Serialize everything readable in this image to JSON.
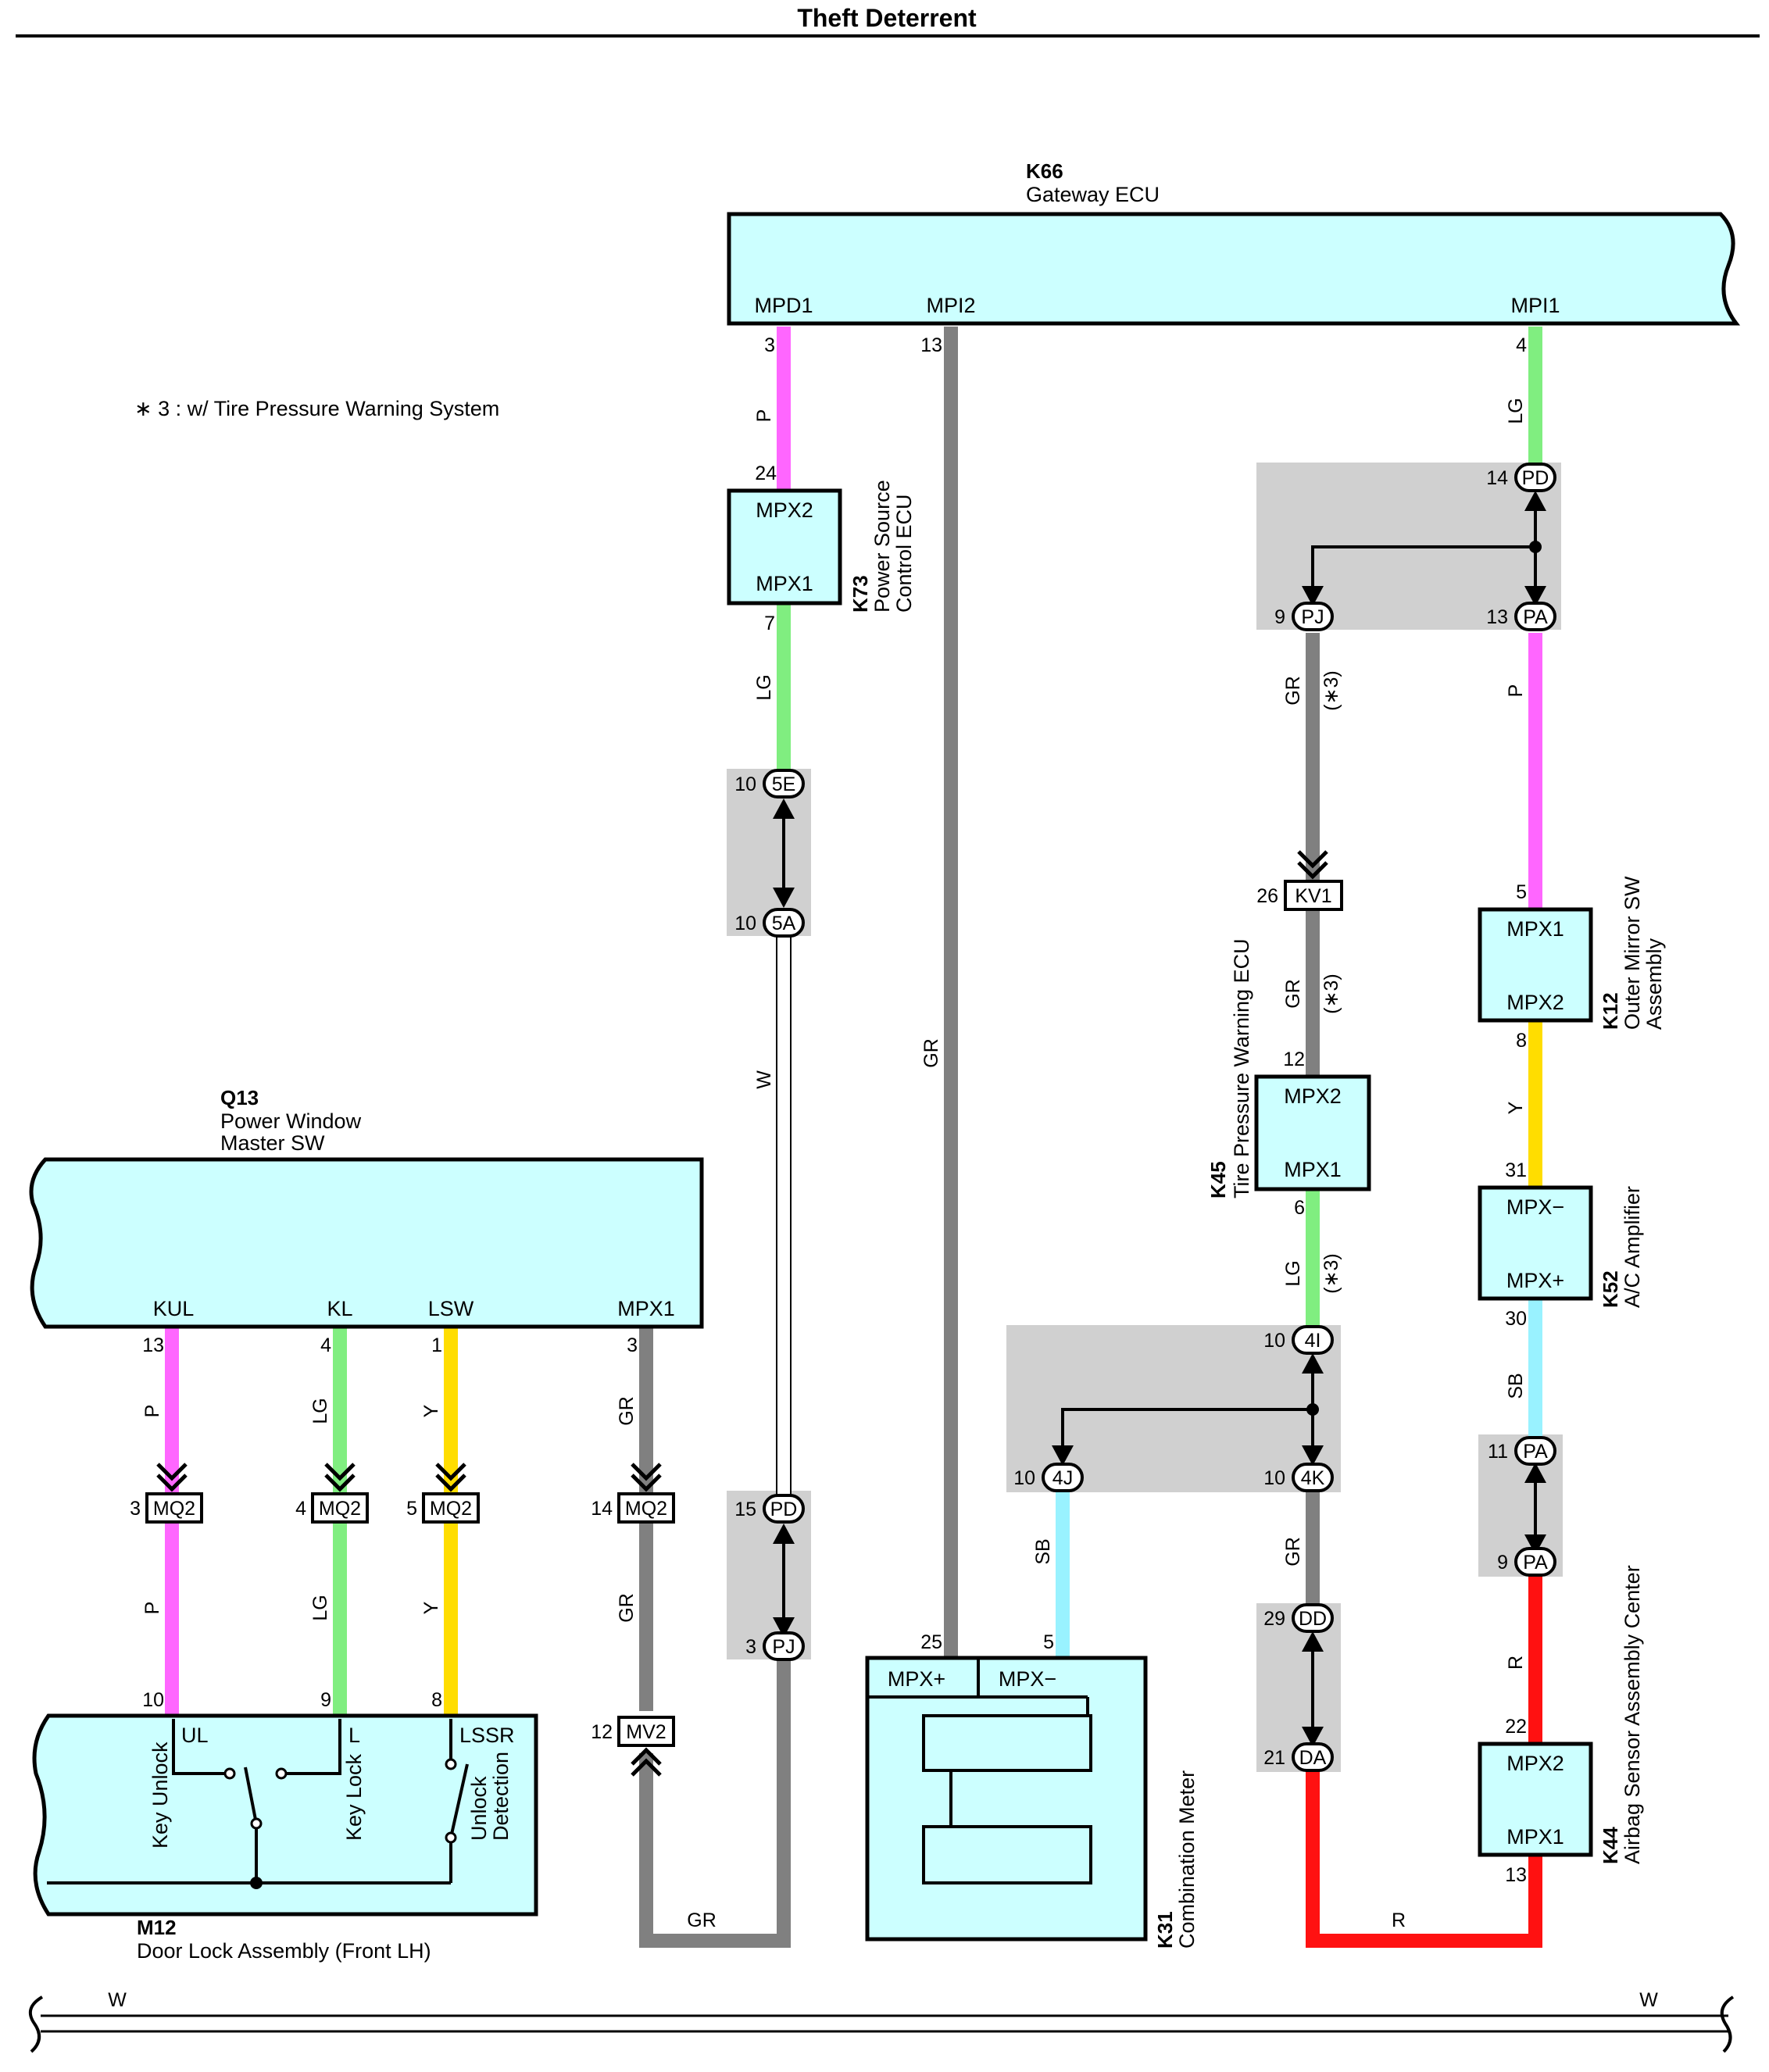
{
  "title": "Theft Deterrent",
  "note": "∗ 3 : w/ Tire Pressure Warning System",
  "colors": {
    "P": "#ff66ff",
    "LG": "#80ee80",
    "GR": "#808080",
    "W": "#ffffff",
    "Y": "#ffdd00",
    "SB": "#99f2ff",
    "R": "#ff1111",
    "component_fill": "#ccffff",
    "junction_fill": "#d0d0d0"
  },
  "components": {
    "k66": {
      "code": "K66",
      "name": "Gateway ECU",
      "pins": {
        "mpd1": "MPD1",
        "mpi2": "MPI2",
        "mpi1": "MPI1"
      }
    },
    "k73": {
      "code": "K73",
      "name1": "Power Source",
      "name2": "Control ECU",
      "pins": {
        "mpx2": "MPX2",
        "mpx1": "MPX1"
      }
    },
    "q13": {
      "code": "Q13",
      "name1": "Power Window",
      "name2": "Master SW",
      "pins": {
        "kul": "KUL",
        "kl": "KL",
        "lsw": "LSW",
        "mpx1": "MPX1"
      }
    },
    "m12": {
      "code": "M12",
      "name": "Door Lock Assembly (Front LH)",
      "pins": {
        "ul": "UL",
        "l": "L",
        "lssr": "LSSR"
      },
      "switches": {
        "key_unlock": "Key Unlock",
        "key_lock": "Key Lock",
        "unlock1": "Unlock",
        "unlock2": "Detection"
      }
    },
    "k45": {
      "code": "K45",
      "name": "Tire Pressure Warning ECU",
      "pins": {
        "mpx2": "MPX2",
        "mpx1": "MPX1"
      }
    },
    "k12": {
      "code": "K12",
      "name1": "Outer Mirror SW",
      "name2": "Assembly",
      "pins": {
        "mpx1": "MPX1",
        "mpx2": "MPX2"
      }
    },
    "k52": {
      "code": "K52",
      "name": "A/C Amplifier",
      "pins": {
        "mpxm": "MPX−",
        "mpxp": "MPX+"
      }
    },
    "k44": {
      "code": "K44",
      "name": "Airbag Sensor Assembly Center",
      "pins": {
        "mpx2": "MPX2",
        "mpx1": "MPX1"
      }
    },
    "k31": {
      "code": "K31",
      "name": "Combination Meter",
      "pins": {
        "mpxp": "MPX+",
        "mpxm": "MPX−"
      }
    }
  },
  "connectors": {
    "mq2": "MQ2",
    "mv2": "MV2",
    "kv1": "KV1",
    "e5": "5E",
    "a5": "5A",
    "pd": "PD",
    "pj": "PJ",
    "pa": "PA",
    "i4": "4I",
    "j4": "4J",
    "k4": "4K",
    "dd": "DD",
    "da": "DA"
  },
  "pins": {
    "p3": "3",
    "p24": "24",
    "p7": "7",
    "p10": "10",
    "p13": "13",
    "p4": "4",
    "p14": "14",
    "p9": "9",
    "p26": "26",
    "p12": "12",
    "p6": "6",
    "p5": "5",
    "p8": "8",
    "p31": "31",
    "p30": "30",
    "p11": "11",
    "p22": "22",
    "p25": "25",
    "p15": "15",
    "p1": "1",
    "p29": "29",
    "p21": "21"
  },
  "wire_colors": {
    "P": "P",
    "LG": "LG",
    "GR": "GR",
    "W": "W",
    "Y": "Y",
    "SB": "SB",
    "R": "R"
  },
  "option_tag": "(∗3)"
}
